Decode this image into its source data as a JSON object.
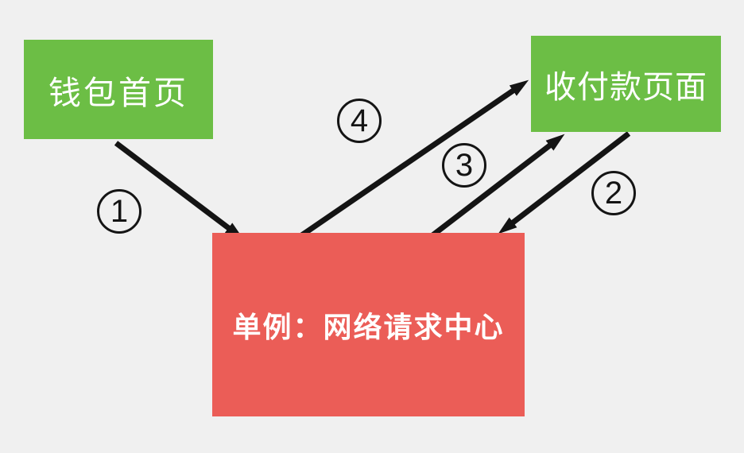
{
  "nodes": {
    "wallet_home": {
      "label": "钱包首页"
    },
    "payment_page": {
      "label": "收付款页面"
    },
    "network_center": {
      "label": "单例：网络请求中心"
    }
  },
  "steps": [
    {
      "label": "1"
    },
    {
      "label": "2"
    },
    {
      "label": "3"
    },
    {
      "label": "4"
    }
  ],
  "colors": {
    "background": "#f0f0f0",
    "node_green": "#6cbe45",
    "node_red": "#eb5d57",
    "arrow": "#141414",
    "label_text": "#ffffff",
    "step_text": "#141414"
  }
}
